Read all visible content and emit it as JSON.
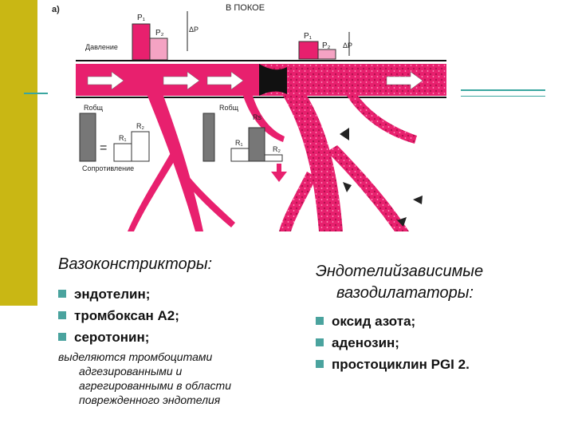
{
  "figure": {
    "panel_letter": "а)",
    "title": "В ПОКОЕ",
    "pressure_label": "Давление",
    "resistance_label": "Сопротивление",
    "p1": "P₁",
    "p2": "P₂",
    "delta_p": "ΔP",
    "r_total": "Rобщ",
    "r1": "R₁",
    "r2": "R₂",
    "rs": "Rs",
    "equals": "="
  },
  "left": {
    "heading": "Вазоконстрикторы:",
    "items": [
      "эндотелин;",
      "тромбоксан А2;",
      "серотонин;"
    ],
    "note_lines": [
      "выделяются тромбоцитами",
      "адгезированными и",
      "агрегированными в области",
      "поврежденного эндотелия"
    ]
  },
  "right": {
    "heading_lines": [
      "Эндотелийзависимые",
      "вазодилататоры:"
    ],
    "items": [
      "оксид азота;",
      "аденозин;",
      "простоциклин PGI 2."
    ]
  },
  "colors": {
    "accent_bar": "#c9b714",
    "accent_line": "#3aa6a0",
    "bullet": "#4aa39e",
    "vessel": "#e8206e",
    "vessel_dark": "#c8155c"
  }
}
